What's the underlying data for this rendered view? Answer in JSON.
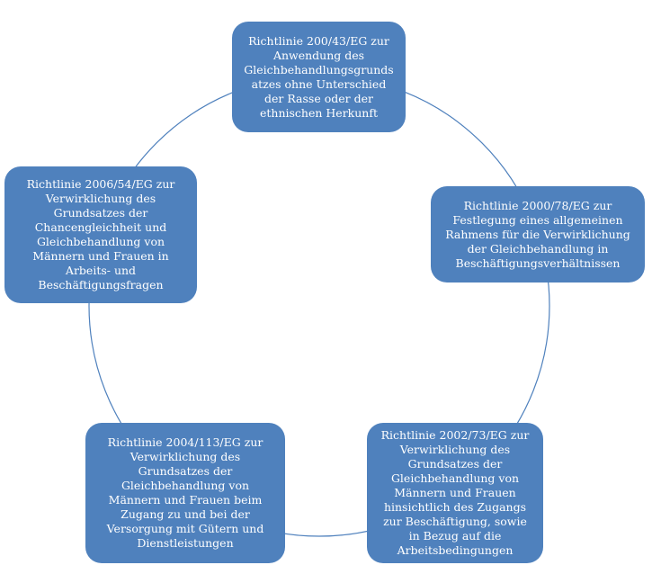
{
  "diagram": {
    "type": "cycle",
    "nodes": [
      {
        "id": "top",
        "label": "Richtlinie 200/43/EG zur\nAnwendung des\nGleichbehandlungsgrunds\natzes ohne Unterschied\nder Rasse oder der\nethnischen Herkunft"
      },
      {
        "id": "right",
        "label": "Richtlinie 2000/78/EG zur\nFestlegung eines allgemeinen\nRahmens für die Verwirklichung\nder Gleichbehandlung in\nBeschäftigungsverhältnissen"
      },
      {
        "id": "bottom-right",
        "label": "Richtlinie 2002/73/EG zur\nVerwirklichung des\nGrundsatzes der\nGleichbehandlung von\nMännern und Frauen\nhinsichtlich des Zugangs\nzur Beschäftigung, sowie\nin Bezug auf die\nArbeitsbedingungen"
      },
      {
        "id": "bottom-left",
        "label": "Richtlinie 2004/113/EG zur\nVerwirklichung des\nGrundsatzes der\nGleichbehandlung von\nMännern und Frauen beim\nZugang zu und bei der\nVersorgung mit Gütern und\nDienstleistungen"
      },
      {
        "id": "left",
        "label": "Richtlinie 2006/54/EG zur\nVerwirklichung des\nGrundsatzes der\nChancengleichheit und\nGleichbehandlung von\nMännern und Frauen in\nArbeits- und\nBeschäftigungsfragen"
      }
    ],
    "colors": {
      "node_fill": "#4f81bd",
      "node_text": "#ffffff",
      "ring_stroke": "#4f81bd"
    }
  }
}
